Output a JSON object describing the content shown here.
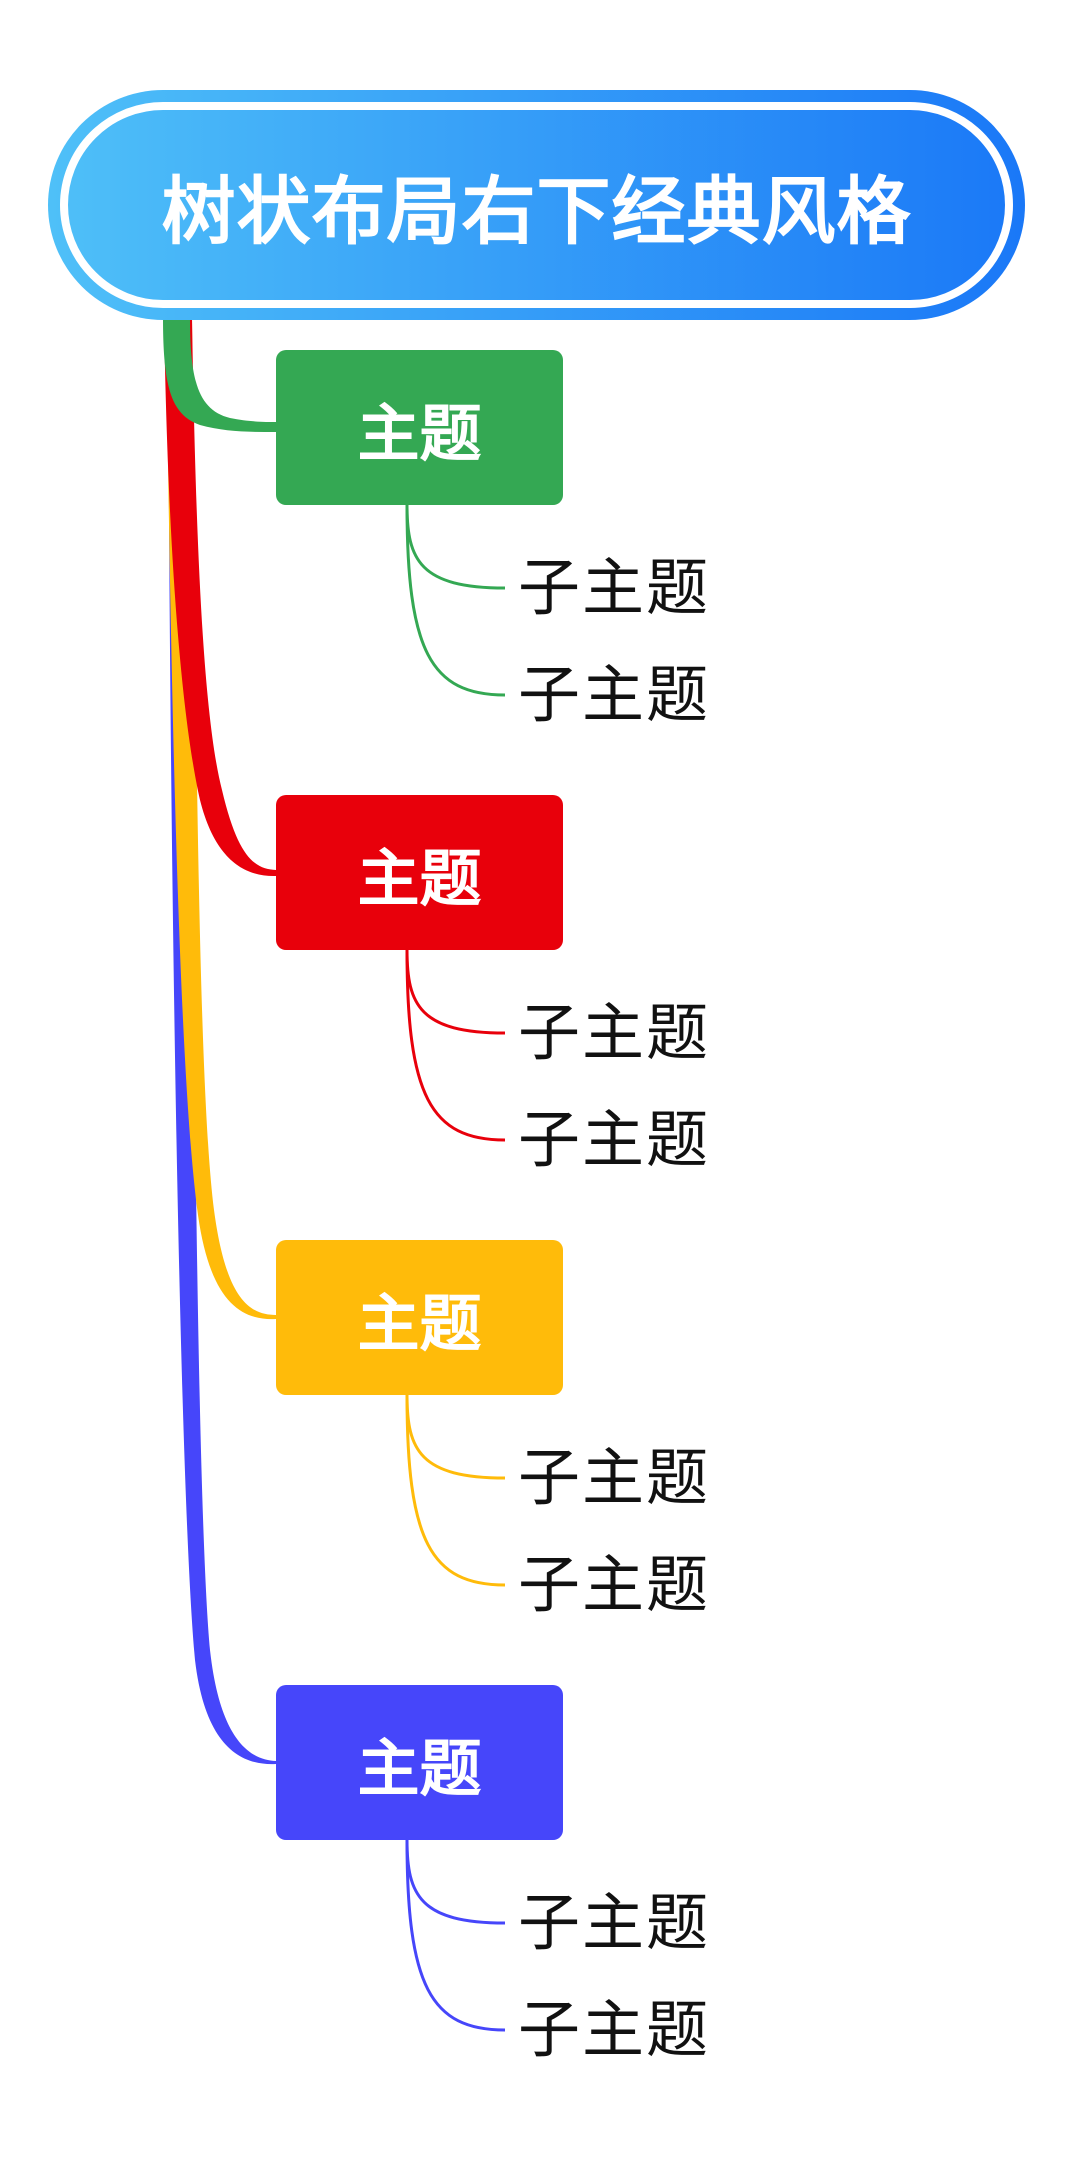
{
  "root": {
    "title": "树状布局右下经典风格",
    "gradient_start": "#4FC0F8",
    "gradient_end": "#1A78F7"
  },
  "topics": [
    {
      "label": "主题",
      "color": "#34A853",
      "subtopics": [
        {
          "label": "子主题"
        },
        {
          "label": "子主题"
        }
      ]
    },
    {
      "label": "主题",
      "color": "#E8000B",
      "subtopics": [
        {
          "label": "子主题"
        },
        {
          "label": "子主题"
        }
      ]
    },
    {
      "label": "主题",
      "color": "#FFBB0A",
      "subtopics": [
        {
          "label": "子主题"
        },
        {
          "label": "子主题"
        }
      ]
    },
    {
      "label": "主题",
      "color": "#4646FA",
      "subtopics": [
        {
          "label": "子主题"
        },
        {
          "label": "子主题"
        }
      ]
    }
  ]
}
